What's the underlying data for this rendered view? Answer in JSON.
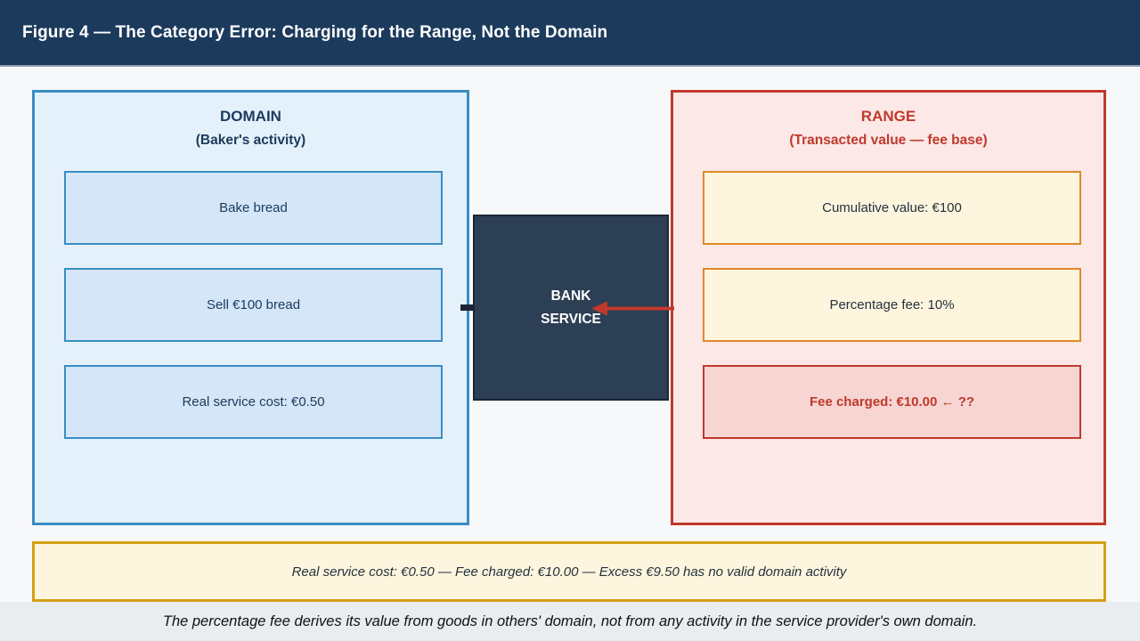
{
  "header": {
    "title": "Figure 4 — The Category Error: Charging for the Range, Not the Domain",
    "background_color": "#1c3a5c",
    "text_color": "#ffffff"
  },
  "page": {
    "background_color": "#f7f8fa",
    "footer_strip_color": "#e9edf0"
  },
  "domain_panel": {
    "heading": "DOMAIN",
    "subheading": "(Baker's activity)",
    "border_color": "#3a8dc4",
    "background_color": "#e4f1fb",
    "heading_color": "#1c3a5c",
    "items": [
      {
        "label": "Bake bread"
      },
      {
        "label": "Sell €100 bread"
      },
      {
        "label": "Real service cost: €0.50"
      }
    ]
  },
  "range_panel": {
    "heading": "RANGE",
    "subheading": "(Transacted value — fee base)",
    "border_color": "#c0392b",
    "background_color": "#fbe8e7",
    "heading_color": "#c0392b",
    "items": [
      {
        "label": "Cumulative value: €100",
        "style": "cream"
      },
      {
        "label": "Percentage fee: 10%",
        "style": "cream"
      },
      {
        "label": "Fee charged: €10.00 ← ??",
        "style": "alert"
      }
    ]
  },
  "bank_node": {
    "label": "BANK\nSERVICE",
    "background_color": "#2d3f54",
    "text_color": "#ffffff"
  },
  "arrow": {
    "name": "fee-arrow",
    "direction": "left",
    "color": "#c0392b"
  },
  "bottom_note": {
    "text": "Real service cost: €0.50 — Fee charged: €10.00 — Excess €9.50 has no valid domain activity",
    "border_color": "#d4a017",
    "background_color": "#fdf5dd"
  },
  "footer": {
    "caption": "The percentage fee derives its value from goods in others' domain, not from any activity in the service provider's own domain."
  }
}
